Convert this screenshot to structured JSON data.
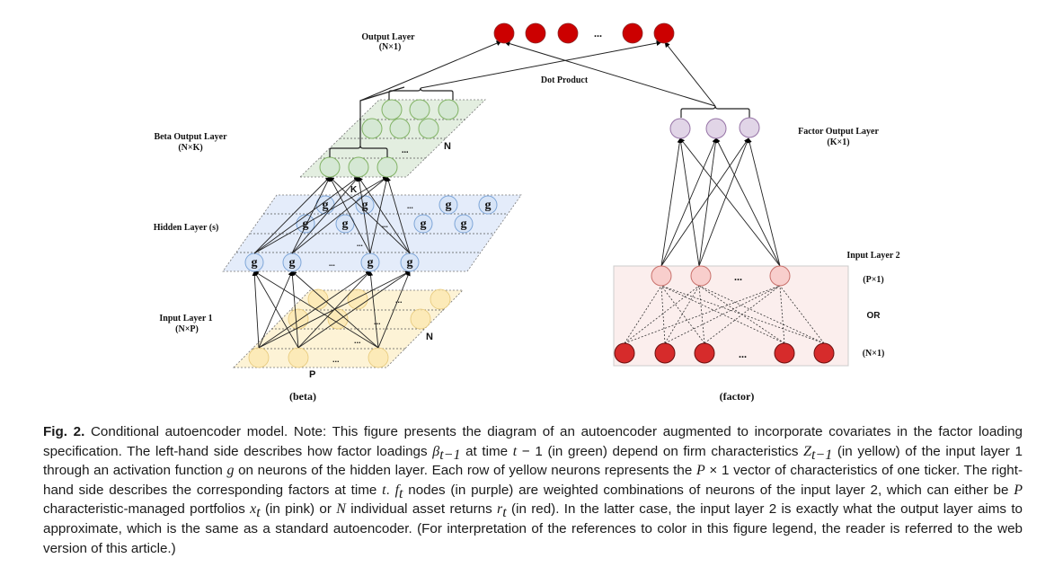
{
  "figure": {
    "output_layer": {
      "label": "Output Layer",
      "dims": "(N×1)",
      "ellipsis": "...",
      "node_color": "#cc0000"
    },
    "dot_product_label": "Dot Product",
    "beta_output_layer": {
      "label": "Beta Output Layer",
      "dims": "(N×K)",
      "axis_n": "N",
      "axis_k": "K",
      "ellipsis": "...",
      "node_color": "#d5e8d4"
    },
    "hidden_layer": {
      "label": "Hidden Layer (s)",
      "node_glyph": "g",
      "ellipsis": "...",
      "node_color": "#dae8fc"
    },
    "input_layer_1": {
      "label": "Input Layer 1",
      "dims": "(N×P)",
      "axis_n": "N",
      "axis_p": "P",
      "ellipsis": "...",
      "node_color": "#fff2cc"
    },
    "factor_output_layer": {
      "label": "Factor Output Layer",
      "dims": "(K×1)",
      "node_color": "#e1d5e7"
    },
    "input_layer_2": {
      "label": "Input Layer 2",
      "dims_p": "(P×1)",
      "or_label": "OR",
      "dims_n": "(N×1)",
      "ellipsis": "...",
      "pink_color": "#f8cecc",
      "red_color": "#d62b2b"
    },
    "beta_caption": "(beta)",
    "factor_caption": "(factor)"
  },
  "caption": {
    "fig_label": "Fig. 2.",
    "segments": [
      " Conditional autoencoder model. Note: This figure presents the diagram of an autoencoder augmented to incorporate covariates in the factor loading specification. The left-hand side describes how factor loadings ",
      "β",
      "t−1",
      " at time ",
      "t",
      " − 1 (in green) depend on firm characteristics ",
      "Z",
      "t−1",
      " (in yellow) of the input layer 1 through an activation function ",
      "g",
      " on neurons of the hidden layer. Each row of yellow neurons represents the ",
      "P",
      " × 1 vector of characteristics of one ticker. The right-hand side describes the corresponding factors at time ",
      "t",
      ". ",
      "f",
      "t",
      " nodes (in purple) are weighted combinations of neurons of the input layer 2, which can either be ",
      "P",
      " characteristic-managed portfolios ",
      "x",
      "t",
      " (in pink) or ",
      "N",
      " individual asset returns ",
      "r",
      "t",
      " (in red). In the latter case, the input layer 2 is exactly what the output layer aims to approximate, which is the same as a standard autoencoder. (For interpretation of the references to color in this figure legend, the reader is referred to the web version of this article.)"
    ]
  }
}
